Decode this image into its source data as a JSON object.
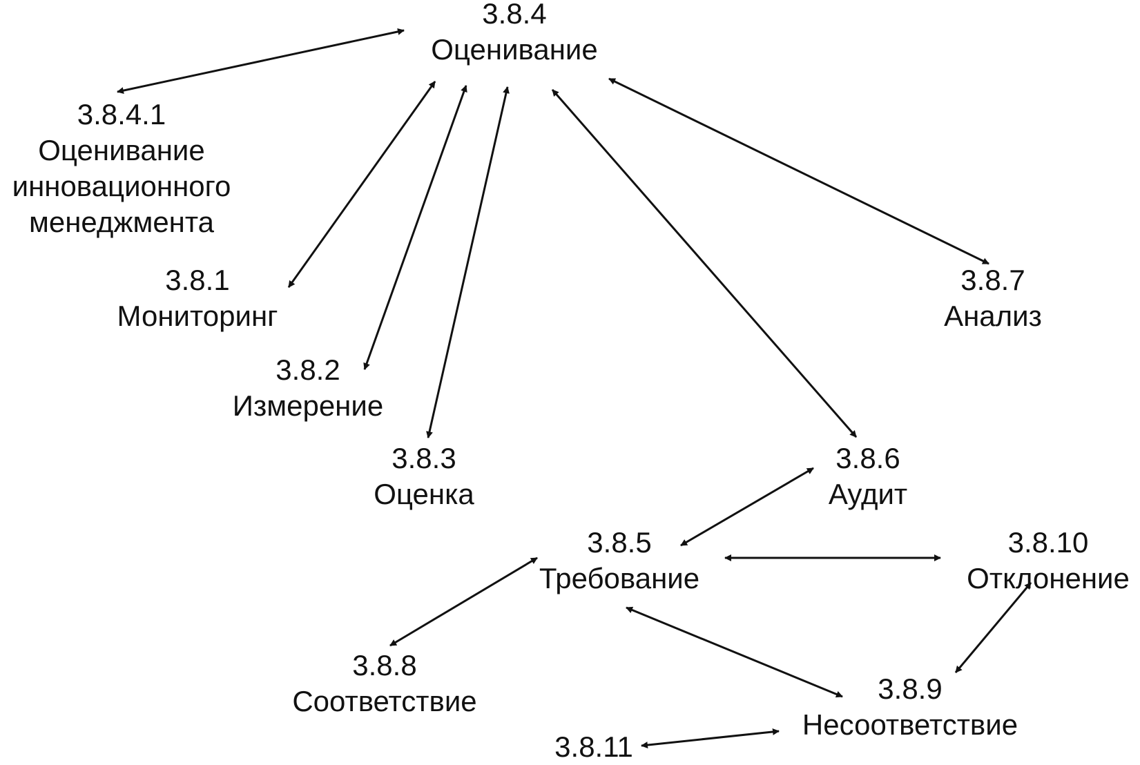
{
  "nodes": {
    "n384": {
      "code": "3.8.4",
      "lines": [
        "Оценивание"
      ]
    },
    "n3841": {
      "code": "3.8.4.1",
      "lines": [
        "Оценивание",
        "инновационного",
        "менеджмента"
      ]
    },
    "n381": {
      "code": "3.8.1",
      "lines": [
        "Мониторинг"
      ]
    },
    "n382": {
      "code": "3.8.2",
      "lines": [
        "Измерение"
      ]
    },
    "n383": {
      "code": "3.8.3",
      "lines": [
        "Оценка"
      ]
    },
    "n386": {
      "code": "3.8.6",
      "lines": [
        "Аудит"
      ]
    },
    "n387": {
      "code": "3.8.7",
      "lines": [
        "Анализ"
      ]
    },
    "n385": {
      "code": "3.8.5",
      "lines": [
        "Требование"
      ]
    },
    "n3810": {
      "code": "3.8.10",
      "lines": [
        "Отклонение"
      ]
    },
    "n388": {
      "code": "3.8.8",
      "lines": [
        "Соответствие"
      ]
    },
    "n389": {
      "code": "3.8.9",
      "lines": [
        "Несоответствие"
      ]
    },
    "n3811": {
      "code": "3.8.11",
      "lines": []
    }
  },
  "edges": [
    {
      "from": "n384",
      "to": "n3841",
      "direction": "both"
    },
    {
      "from": "n384",
      "to": "n381",
      "direction": "both"
    },
    {
      "from": "n384",
      "to": "n382",
      "direction": "both"
    },
    {
      "from": "n384",
      "to": "n383",
      "direction": "both"
    },
    {
      "from": "n384",
      "to": "n386",
      "direction": "both"
    },
    {
      "from": "n384",
      "to": "n387",
      "direction": "both"
    },
    {
      "from": "n386",
      "to": "n385",
      "direction": "both"
    },
    {
      "from": "n385",
      "to": "n3810",
      "direction": "both"
    },
    {
      "from": "n385",
      "to": "n388",
      "direction": "both"
    },
    {
      "from": "n385",
      "to": "n389",
      "direction": "both"
    },
    {
      "from": "n3810",
      "to": "n389",
      "direction": "both"
    },
    {
      "from": "n389",
      "to": "n3811",
      "direction": "both"
    }
  ],
  "colors": {
    "line": "#111111",
    "text": "#111111",
    "background": "#ffffff"
  }
}
